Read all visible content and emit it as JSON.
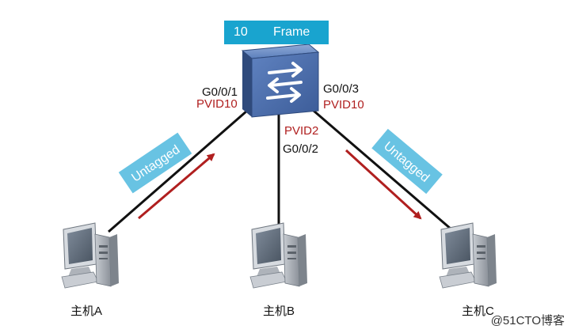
{
  "frame": {
    "vlan": "10",
    "label": "Frame"
  },
  "ports": {
    "left": {
      "name": "G0/0/1",
      "pvid": "PVID10"
    },
    "middle": {
      "name": "G0/0/2",
      "pvid": "PVID2"
    },
    "right": {
      "name": "G0/0/3",
      "pvid": "PVID10"
    }
  },
  "tags": {
    "left": "Untagged",
    "right": "Untagged"
  },
  "hosts": [
    "主机A",
    "主机B",
    "主机C"
  ],
  "watermark": "@51CTO博客",
  "icons": {
    "switch": "switch-icon",
    "computer": "computer-icon"
  },
  "colors": {
    "switch": "#4f70a8",
    "tag_bg": "#68c3e3",
    "frame_bg": "#19a4cf",
    "pvid": "#b01f1f",
    "arrow": "#b01f1f"
  }
}
